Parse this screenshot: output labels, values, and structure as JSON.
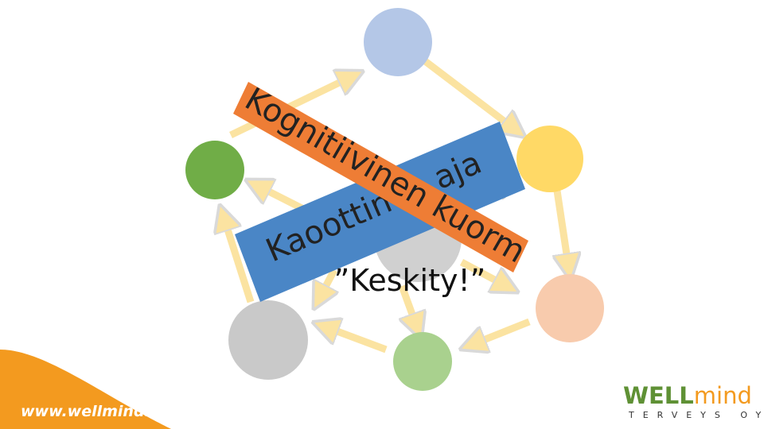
{
  "diagram": {
    "center_text": "”Keskity!”",
    "band_blue_text": "Kaoottinen ajattelu",
    "band_orange_text": "Kognitiivinen kuormittuminen",
    "colors": {
      "arrow_fill": "#fbe3a1",
      "arrow_stroke": "#d9d9d9",
      "band_blue": "#4a86c6",
      "band_orange": "#ee7d35",
      "circle_top": "#b4c7e7",
      "circle_top_right": "#ffd966",
      "circle_right": "#f8cbad",
      "circle_bottom": "#a9d18e",
      "circle_bottom_left": "#c9c9c9",
      "circle_left": "#70ad47",
      "circle_center": "#d0d0d0"
    }
  },
  "footer": {
    "url": "www.wellmind.fi",
    "wave_color": "#f39a1f",
    "logo": {
      "well": "WELL",
      "mind": "mind",
      "subtitle": "TERVEYS OY",
      "well_color": "#5f9135",
      "mind_color": "#f39a1f"
    }
  }
}
